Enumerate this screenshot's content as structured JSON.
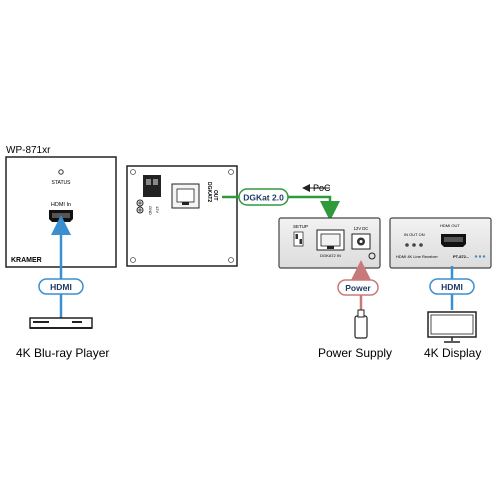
{
  "wallplate": {
    "model": "WP-871xr",
    "status_label": "STATUS",
    "hdmi_in_label": "HDMI In",
    "brand": "KRAMER"
  },
  "back_panel": {
    "port_label": "DGKAT2",
    "port_sub": "OUT",
    "dc_label": "12V",
    "gnd_label": "GND"
  },
  "receiver": {
    "setup_label": "SETUP",
    "dgkat_in_label": "DGKAT2 IN",
    "power_label": "12V DC"
  },
  "receiver_front": {
    "leds_label": "IN  OUT  ON",
    "hdmi_out_label": "HDMI OUT",
    "product_label": "HDMI 4K Line Receiver",
    "model_label": "PT-872..."
  },
  "connections": {
    "dgkat_badge": "DGKat 2.0",
    "poc_label": "PoC",
    "hdmi_left": "HDMI",
    "hdmi_right": "HDMI",
    "power_badge": "Power"
  },
  "captions": {
    "player": "4K Blu-ray Player",
    "supply": "Power Supply",
    "display": "4K Display"
  },
  "colors": {
    "cable_green": "#2e9a3a",
    "cable_blue": "#3a8fd0",
    "cable_red": "#c87a7a",
    "badge_text": "#1f3b68"
  }
}
